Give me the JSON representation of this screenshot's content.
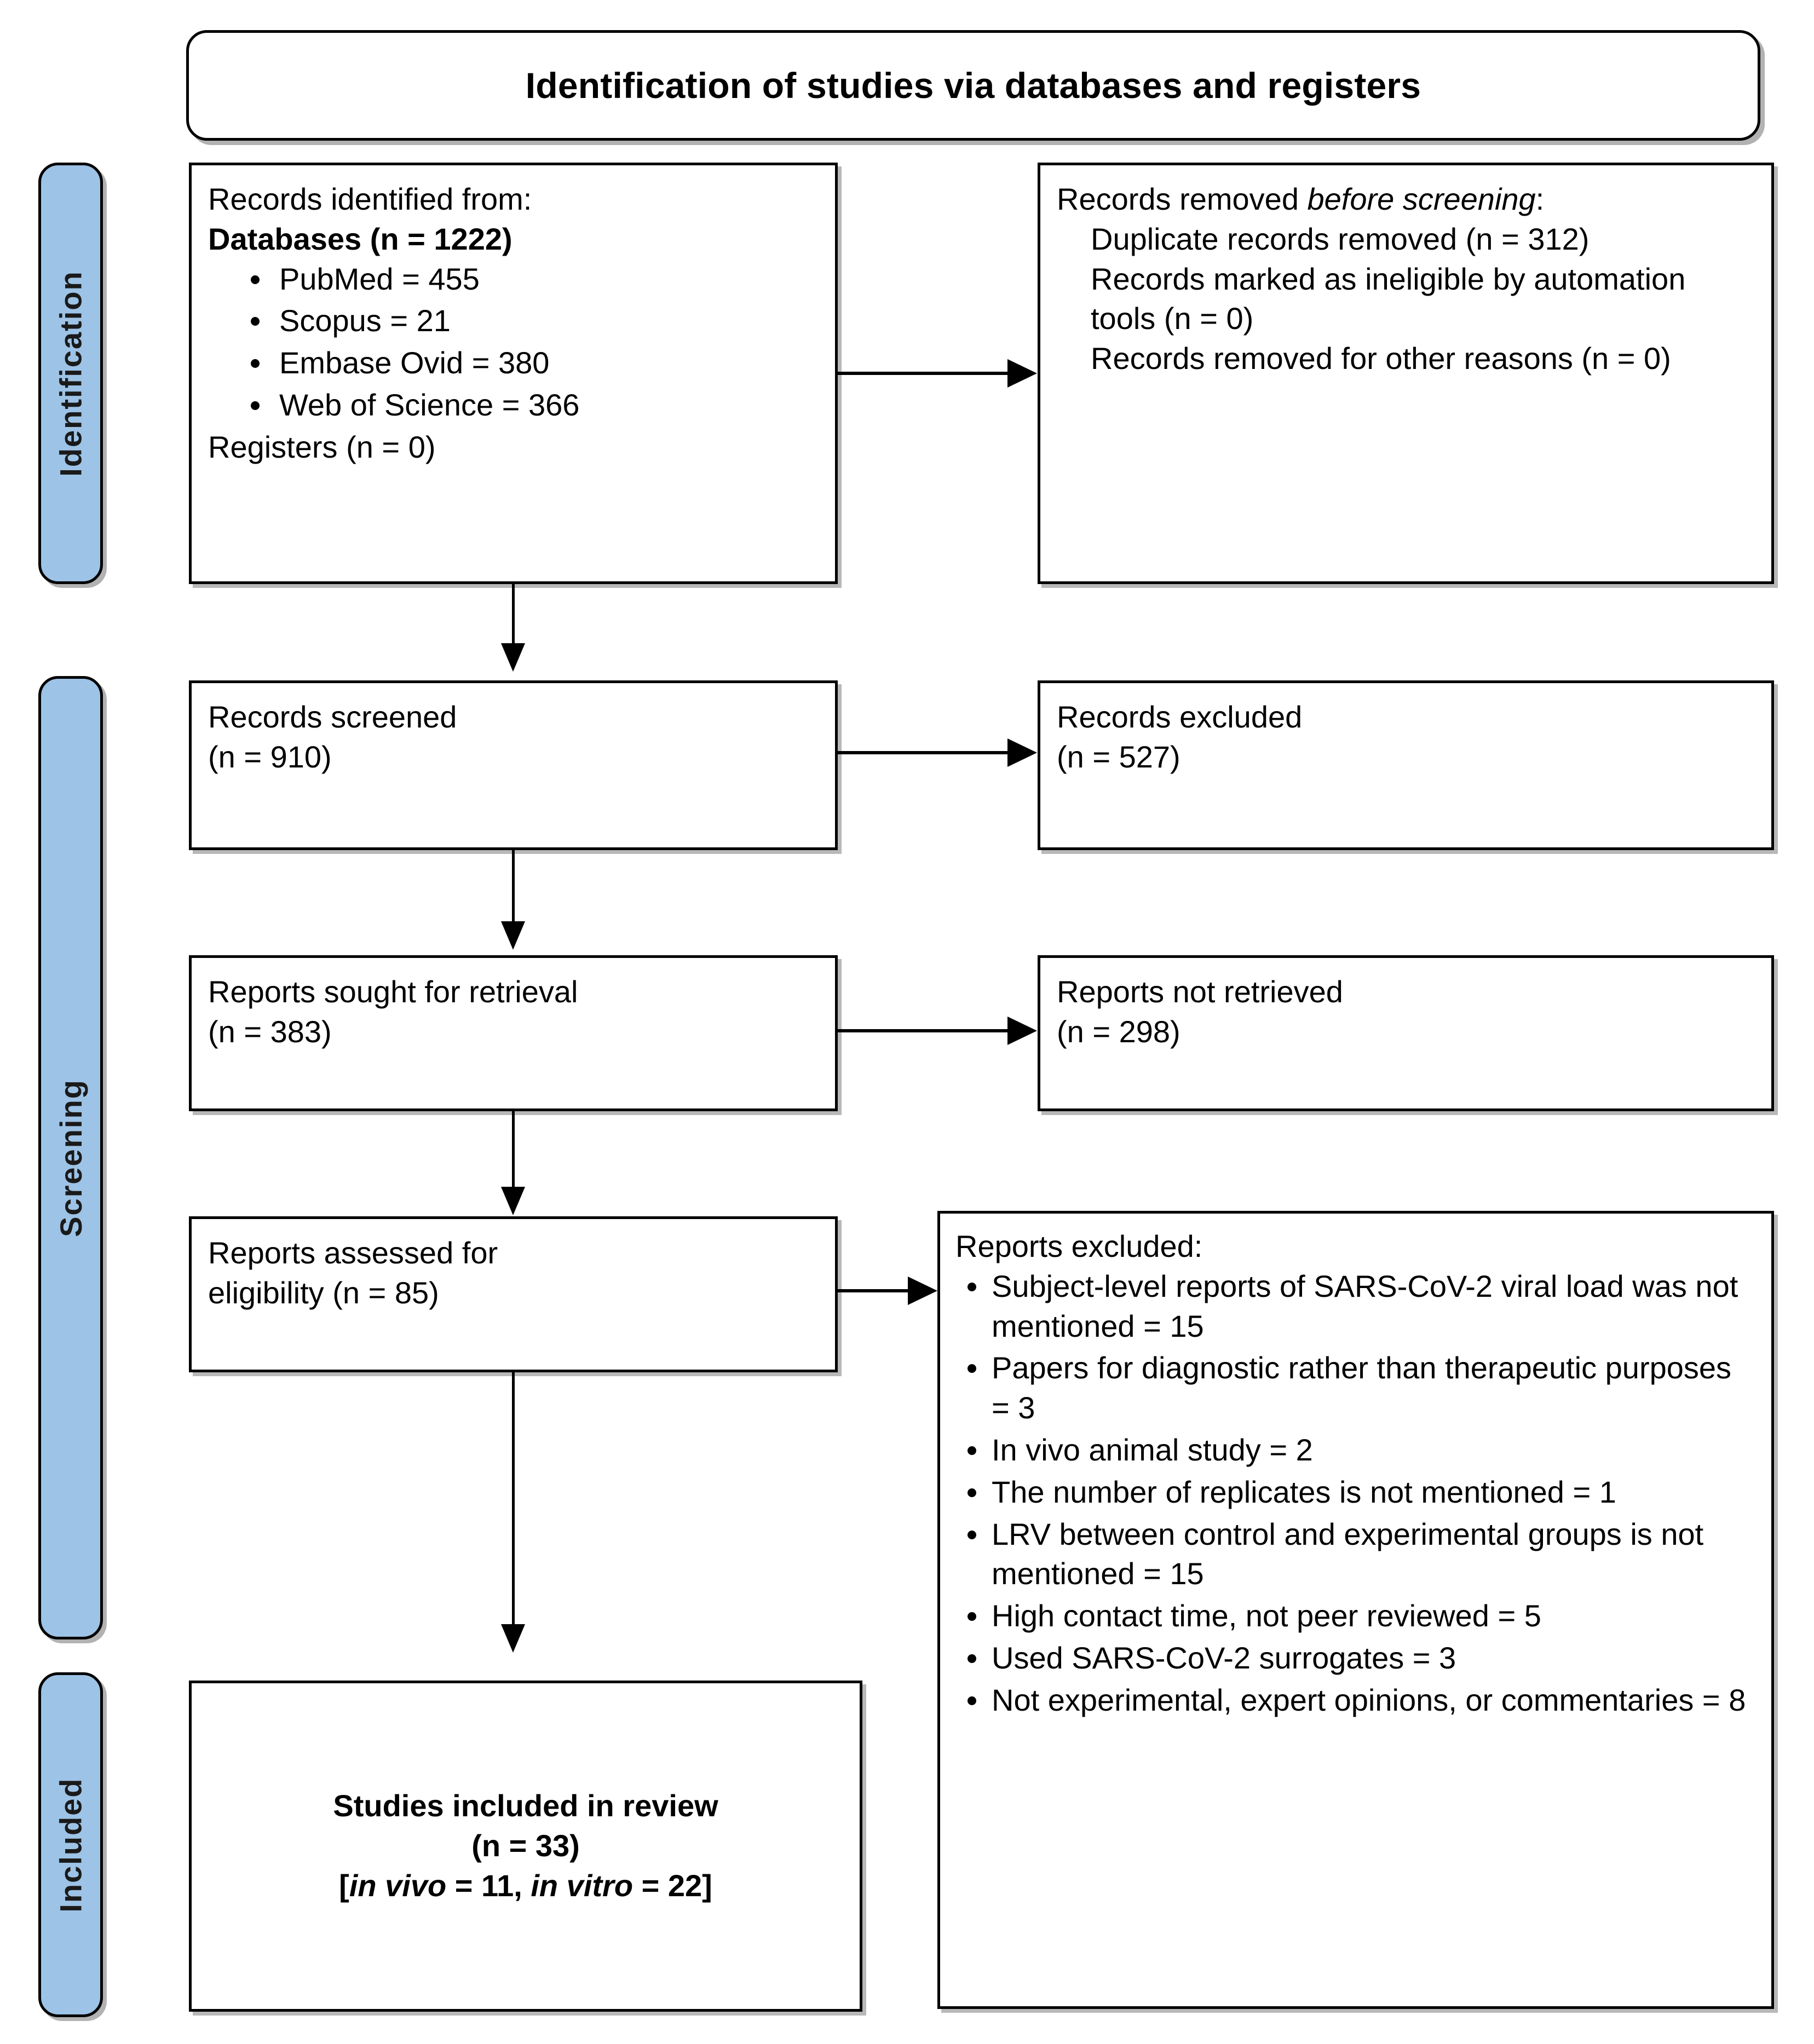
{
  "diagram": {
    "title": "Identification of studies via databases and registers",
    "stages": [
      {
        "id": "identification",
        "label": "Identification"
      },
      {
        "id": "screening",
        "label": "Screening"
      },
      {
        "id": "included",
        "label": "Included"
      }
    ],
    "boxes": {
      "records_identified": {
        "lead": "Records identified from:",
        "databases_label": "Databases (n = 1222)",
        "sources": [
          "PubMed = 455",
          "Scopus = 21",
          "Embase Ovid = 380",
          "Web of Science = 366"
        ],
        "registers_label": "Registers (n = 0)"
      },
      "records_removed": {
        "lead_normal": "Records removed ",
        "lead_italic": "before screening",
        "lead_colon": ":",
        "items": [
          "Duplicate records removed (n = 312)",
          "Records marked as ineligible by automation tools (n = 0)",
          "Records removed for other reasons (n = 0)"
        ]
      },
      "records_screened": {
        "line1": "Records screened",
        "line2": "(n = 910)"
      },
      "records_excluded": {
        "line1": "Records excluded",
        "line2": "(n = 527)"
      },
      "reports_sought": {
        "line1": "Reports sought for retrieval",
        "line2": "(n = 383)"
      },
      "reports_not_retrieved": {
        "line1": "Reports not retrieved",
        "line2": "(n = 298)"
      },
      "reports_assessed": {
        "line1": "Reports assessed for",
        "line2": "eligibility (n = 85)"
      },
      "reports_excluded": {
        "lead": "Reports excluded:",
        "reasons": [
          "Subject-level reports of SARS-CoV-2 viral load was not mentioned = 15",
          "Papers for diagnostic rather than therapeutic purposes = 3",
          "In vivo animal study = 2",
          "The number of replicates is not mentioned = 1",
          "LRV between control and experimental groups is not mentioned = 15",
          "High contact time, not peer reviewed = 5",
          "Used SARS-CoV-2 surrogates = 3",
          "Not experimental, expert opinions, or commentaries = 8"
        ]
      },
      "studies_included": {
        "line1": "Studies included in review",
        "line2": "(n = 33)",
        "line3_open": "[",
        "line3_ital1": "in vivo",
        "line3_mid1": " = 11, ",
        "line3_ital2": "in vitro",
        "line3_mid2": " = 22",
        "line3_close": "]"
      }
    },
    "colors": {
      "stage_bar_fill": "#9DC3E6",
      "line": "#000000",
      "box_fill": "#FFFFFF"
    }
  }
}
